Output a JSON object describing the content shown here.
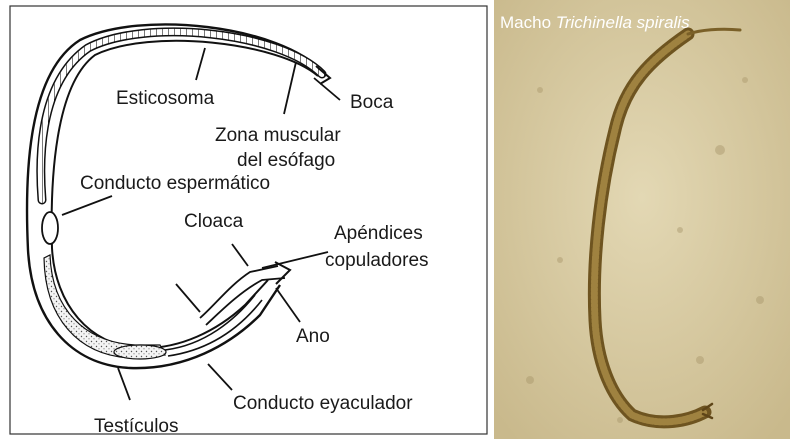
{
  "diagram": {
    "labels": {
      "esticosoma": "Esticosoma",
      "boca": "Boca",
      "zona_muscular": "Zona muscular",
      "del_esofago": "del esófago",
      "conducto_espermatico": "Conducto espermático",
      "cloaca": "Cloaca",
      "apendices": "Apéndices",
      "copuladores": "copuladores",
      "ano": "Ano",
      "conducto_eyaculador": "Conducto eyaculador",
      "testiculos": "Testículos"
    }
  },
  "photo": {
    "title_plain": "Macho ",
    "title_italic": "Trichinella spiralis",
    "colors": {
      "background": "#d6c89f",
      "worm": "#8a6a2c"
    }
  }
}
